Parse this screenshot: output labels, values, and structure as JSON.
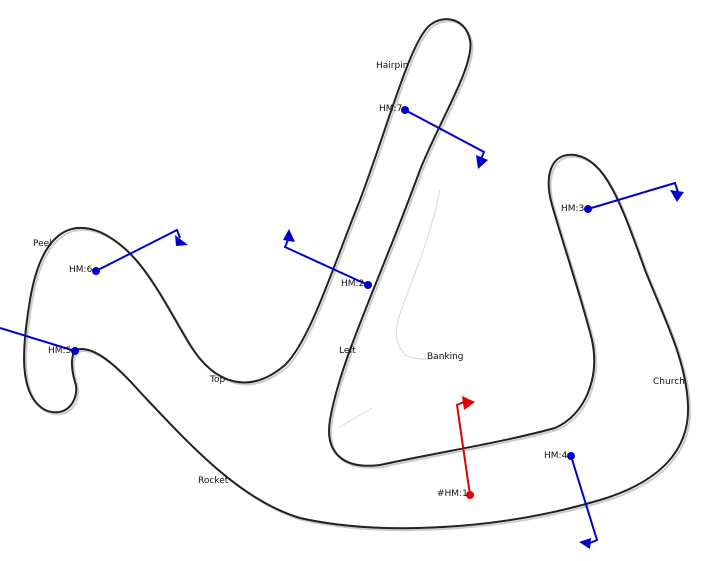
{
  "corners": [
    {
      "id": "hairpin",
      "label": "Hairpin"
    },
    {
      "id": "peel",
      "label": "Peel"
    },
    {
      "id": "top",
      "label": "Top"
    },
    {
      "id": "left",
      "label": "Left"
    },
    {
      "id": "banking",
      "label": "Banking"
    },
    {
      "id": "church",
      "label": "Church"
    },
    {
      "id": "rocket",
      "label": "Rocket"
    }
  ],
  "markers": [
    {
      "id": "hm1",
      "label": "#HM:1",
      "color": "#e00000"
    },
    {
      "id": "hm2",
      "label": "HM:2",
      "color": "#0000cc"
    },
    {
      "id": "hm3",
      "label": "HM:3",
      "color": "#0000cc"
    },
    {
      "id": "hm4",
      "label": "HM:4",
      "color": "#0000cc"
    },
    {
      "id": "hm5",
      "label": "HM:5",
      "color": "#0000cc"
    },
    {
      "id": "hm6",
      "label": "HM:6",
      "color": "#0000cc"
    },
    {
      "id": "hm7",
      "label": "HM:7",
      "color": "#0000cc"
    }
  ],
  "colors": {
    "track": "#222222",
    "track_shadow": "#cccccc",
    "inner_road": "#d8d8d8"
  }
}
